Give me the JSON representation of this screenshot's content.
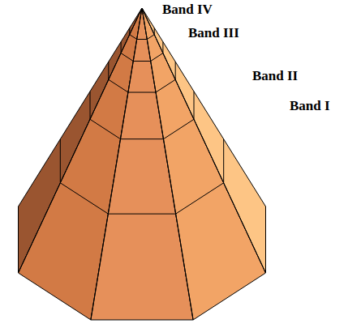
{
  "diagram": {
    "labels": [
      "Band IV",
      "Band III",
      "Band II",
      "Band I"
    ]
  }
}
